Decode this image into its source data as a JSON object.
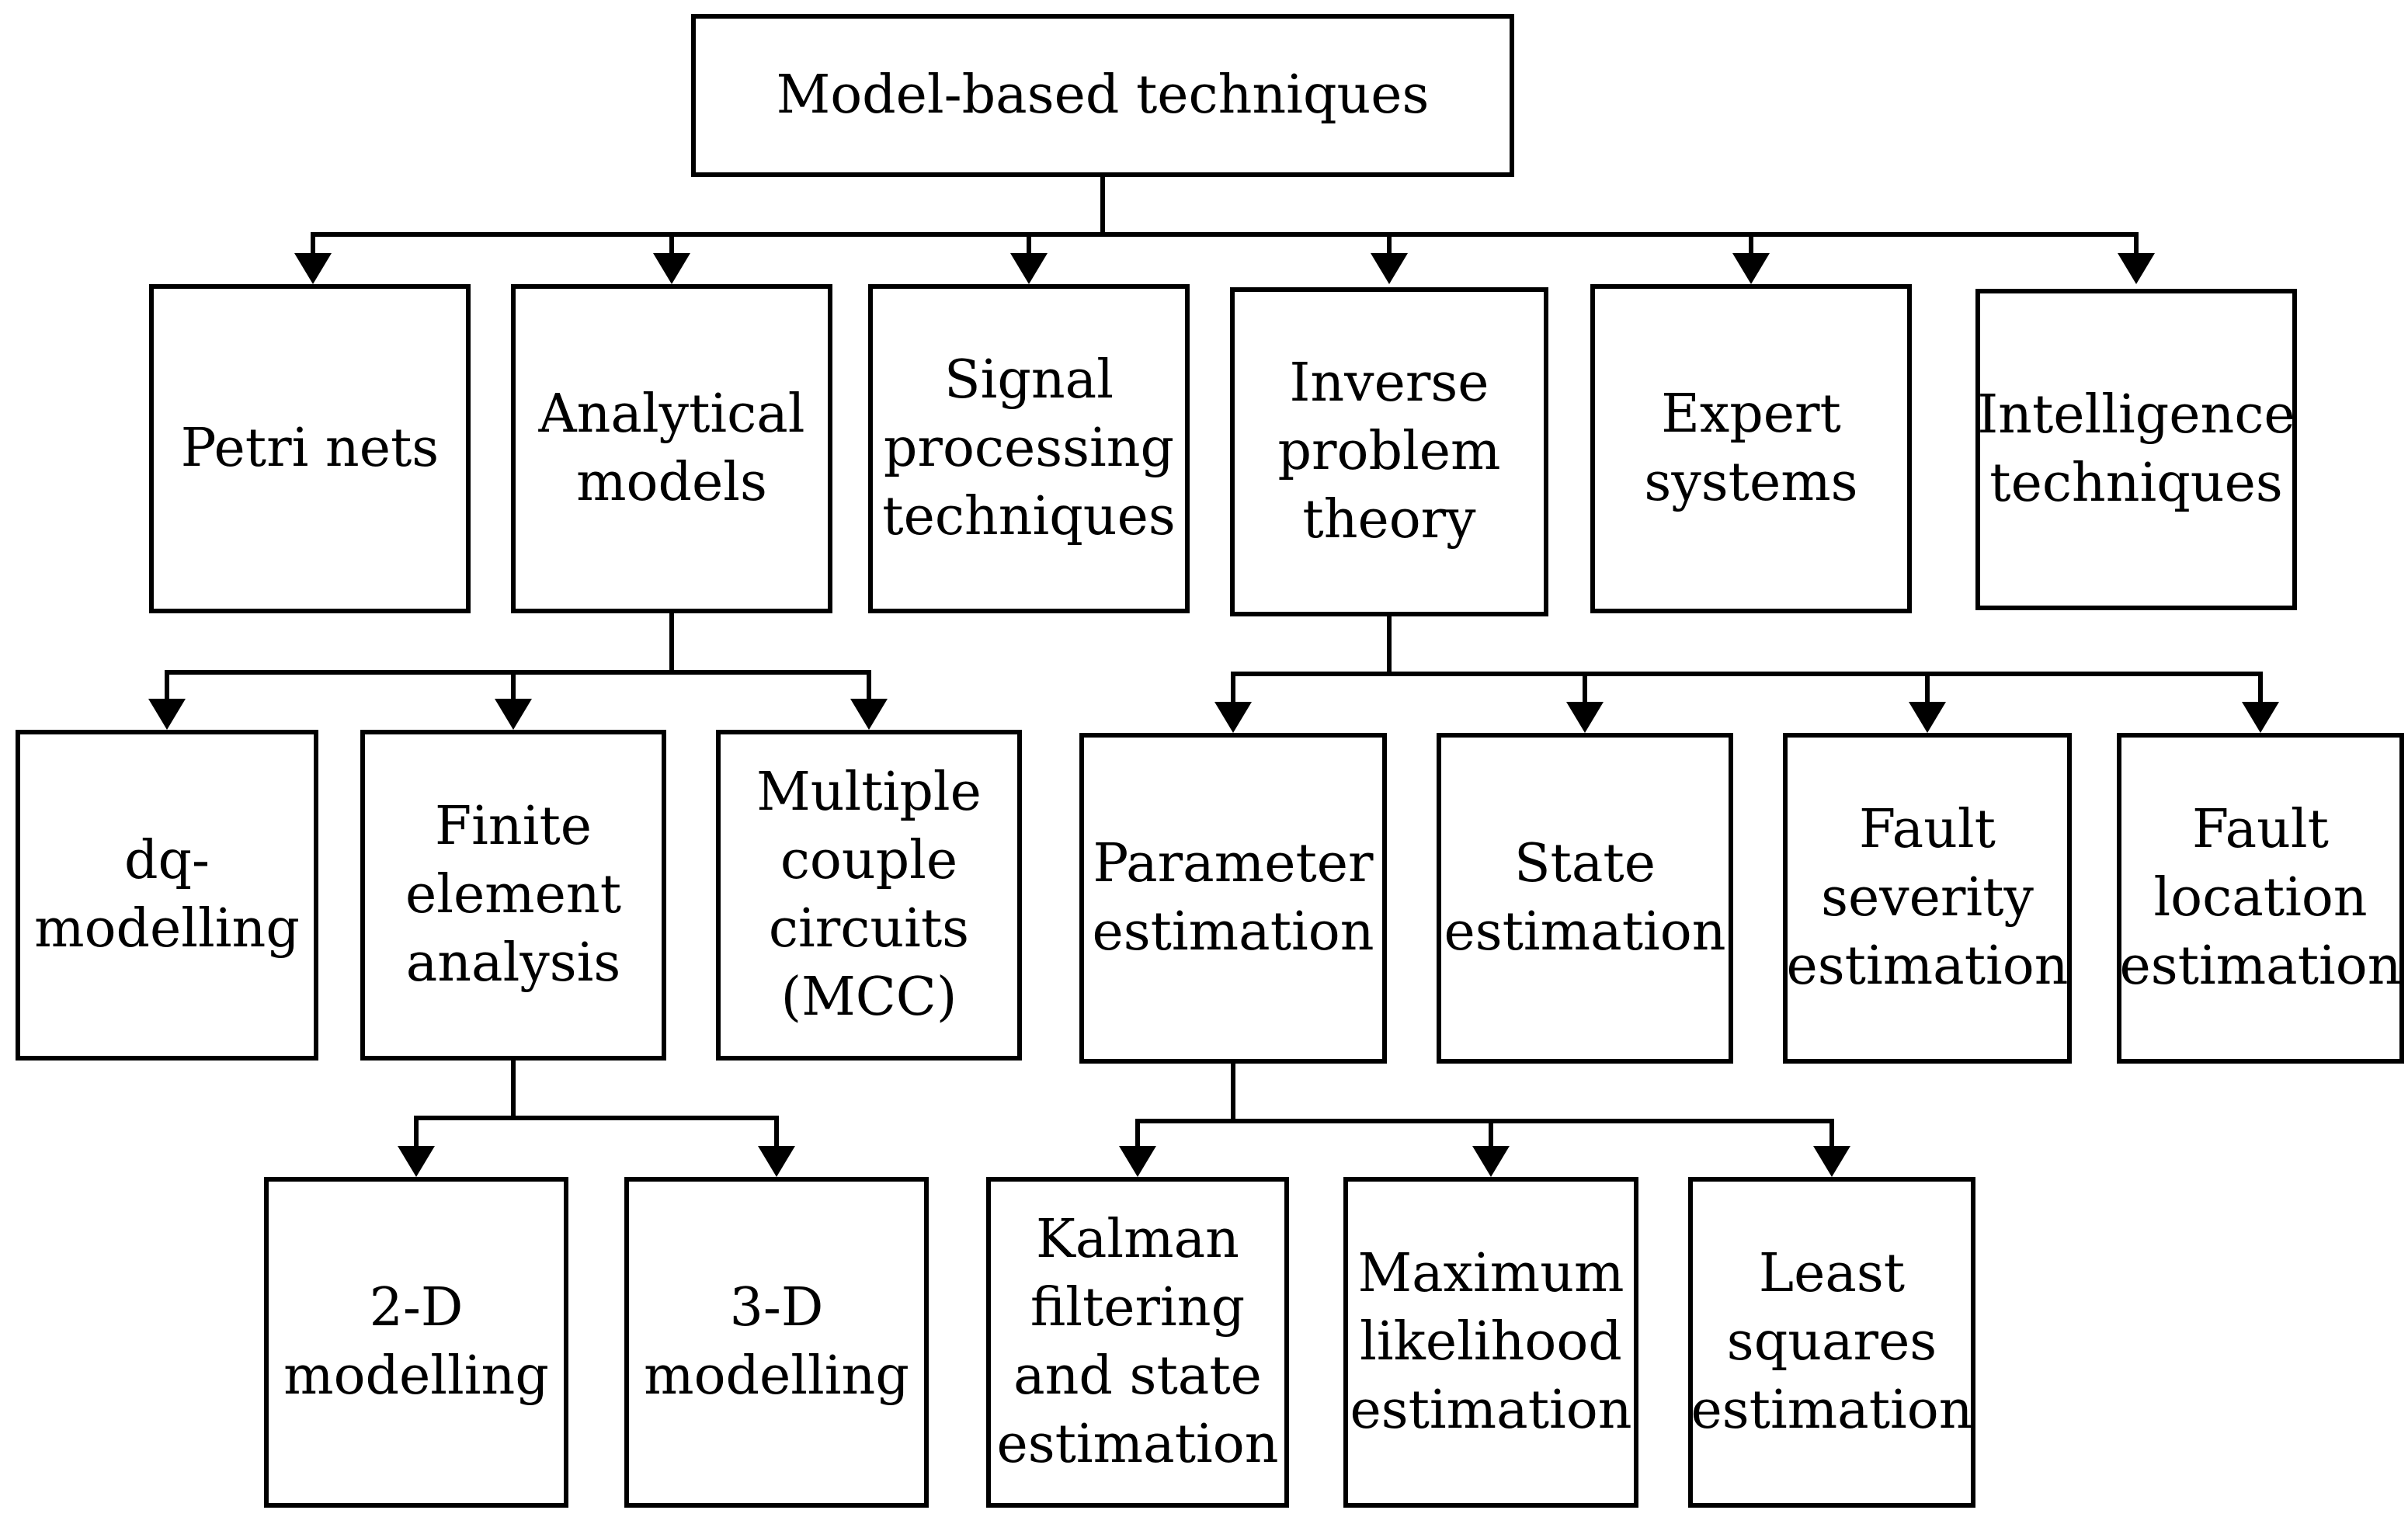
{
  "diagram": {
    "root": {
      "label": "Model-based techniques"
    },
    "level1": [
      {
        "label": "Petri nets"
      },
      {
        "label": "Analytical\nmodels"
      },
      {
        "label": "Signal\nprocessing\ntechniques"
      },
      {
        "label": "Inverse\nproblem\ntheory"
      },
      {
        "label": "Expert\nsystems"
      },
      {
        "label": "Intelligence\ntechniques"
      }
    ],
    "analytical_models_children": [
      {
        "label": "dq-\nmodelling"
      },
      {
        "label": "Finite\nelement\nanalysis"
      },
      {
        "label": "Multiple\ncouple\ncircuits\n(MCC)"
      }
    ],
    "inverse_problem_children": [
      {
        "label": "Parameter\nestimation"
      },
      {
        "label": "State\nestimation"
      },
      {
        "label": "Fault\nseverity\nestimation"
      },
      {
        "label": "Fault\nlocation\nestimation"
      }
    ],
    "finite_element_children": [
      {
        "label": "2-D\nmodelling"
      },
      {
        "label": "3-D\nmodelling"
      }
    ],
    "parameter_estimation_children": [
      {
        "label": "Kalman\nfiltering\nand state\nestimation"
      },
      {
        "label": "Maximum\nlikelihood\nestimation"
      },
      {
        "label": "Least\nsquares\nestimation"
      }
    ]
  }
}
